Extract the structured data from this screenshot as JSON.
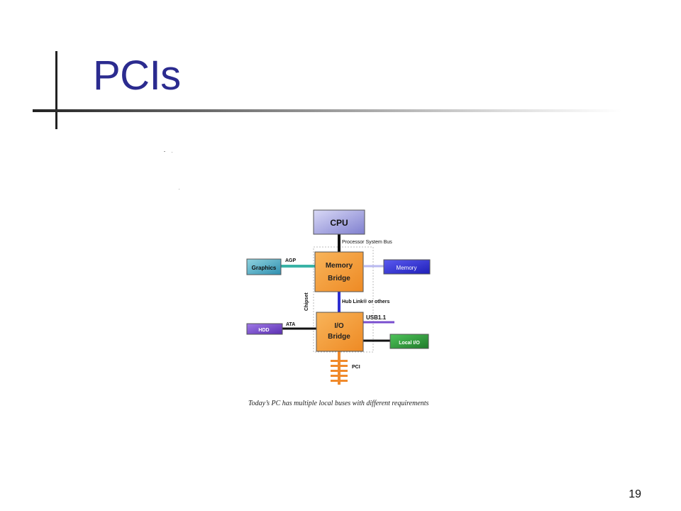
{
  "slide": {
    "title": "PCIs",
    "page_number": "19"
  },
  "diagram": {
    "cpu_label": "CPU",
    "processor_bus_label": "Processor System Bus",
    "memory_bridge_line1": "Memory",
    "memory_bridge_line2": "Bridge",
    "graphics_label": "Graphics",
    "agp_label": "AGP",
    "memory_label": "Memory",
    "chipset_label": "Chipset",
    "hublink_label": "Hub Link® or others",
    "io_bridge_line1": "I/O",
    "io_bridge_line2": "Bridge",
    "usb_label": "USB1.1",
    "hdd_label": "HDD",
    "ata_label": "ATA",
    "local_io_label": "Local I/O",
    "pci_label": "PCI",
    "caption": "Today’s PC has multiple local buses with different requirements"
  },
  "colors": {
    "title": "#2b2b8f",
    "bridge_orange": "#f39c3a",
    "cpu_blue": "#8f8fd8",
    "graphics_cyan": "#4fb3c4",
    "memory_blue": "#3a3ad8",
    "hdd_purple": "#7a4fcf",
    "local_io_green": "#2e9a3e",
    "pci_orange": "#f08a2c"
  }
}
